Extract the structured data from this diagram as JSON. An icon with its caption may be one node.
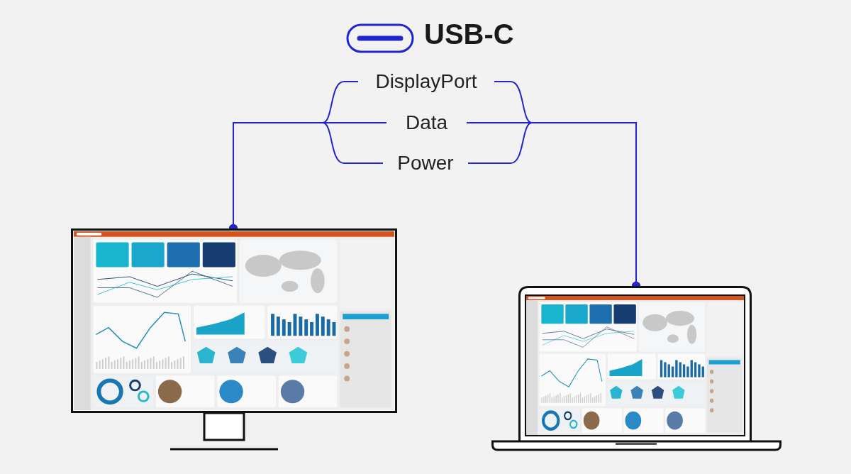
{
  "diagram": {
    "title": "USB-C",
    "nodes": [
      {
        "text": [
          "DisplayPort"
        ]
      },
      {
        "text": [
          "Data"
        ]
      },
      {
        "text": [
          "Power"
        ]
      },
      {
        "text": [],
        "shape": "picture"
      },
      {
        "text": [],
        "shape": "picture"
      }
    ],
    "edges": [
      {
        "from": 3,
        "to": 0,
        "arrow": "other"
      },
      {
        "from": 3,
        "to": 1,
        "arrow": "other"
      },
      {
        "from": 3,
        "to": 2,
        "arrow": "other"
      },
      {
        "from": 4,
        "to": 0,
        "arrow": "other"
      },
      {
        "from": 4,
        "to": 1,
        "arrow": "other"
      },
      {
        "from": 4,
        "to": 2,
        "arrow": "other"
      }
    ]
  }
}
